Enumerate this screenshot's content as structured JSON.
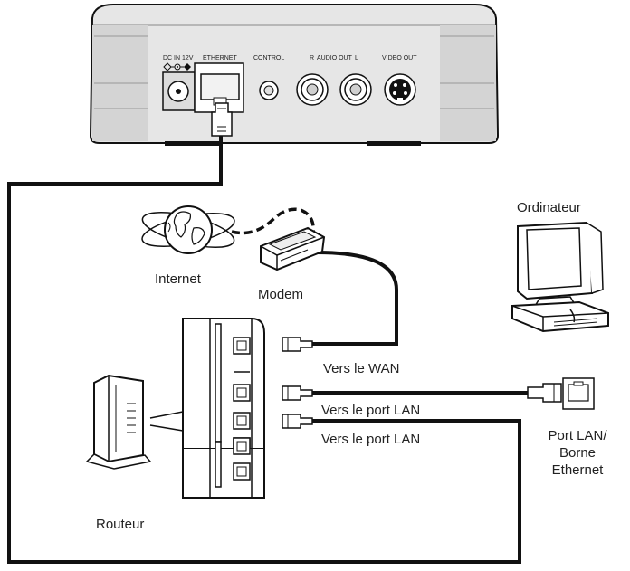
{
  "device": {
    "ports": {
      "dc_in": "DC IN 12V",
      "ethernet": "ETHERNET",
      "control": "CONTROL",
      "audio_r": "R",
      "audio_out": "AUDIO OUT",
      "audio_l": "L",
      "video_out": "VIDEO OUT"
    }
  },
  "labels": {
    "internet": "Internet",
    "modem": "Modem",
    "ordinateur": "Ordinateur",
    "vers_wan": "Vers le WAN",
    "vers_port_lan_1": "Vers le port LAN",
    "vers_port_lan_2": "Vers le port LAN",
    "port_lan_line1": "Port LAN/",
    "port_lan_line2": "Borne",
    "port_lan_line3": "Ethernet",
    "routeur": "Routeur"
  }
}
